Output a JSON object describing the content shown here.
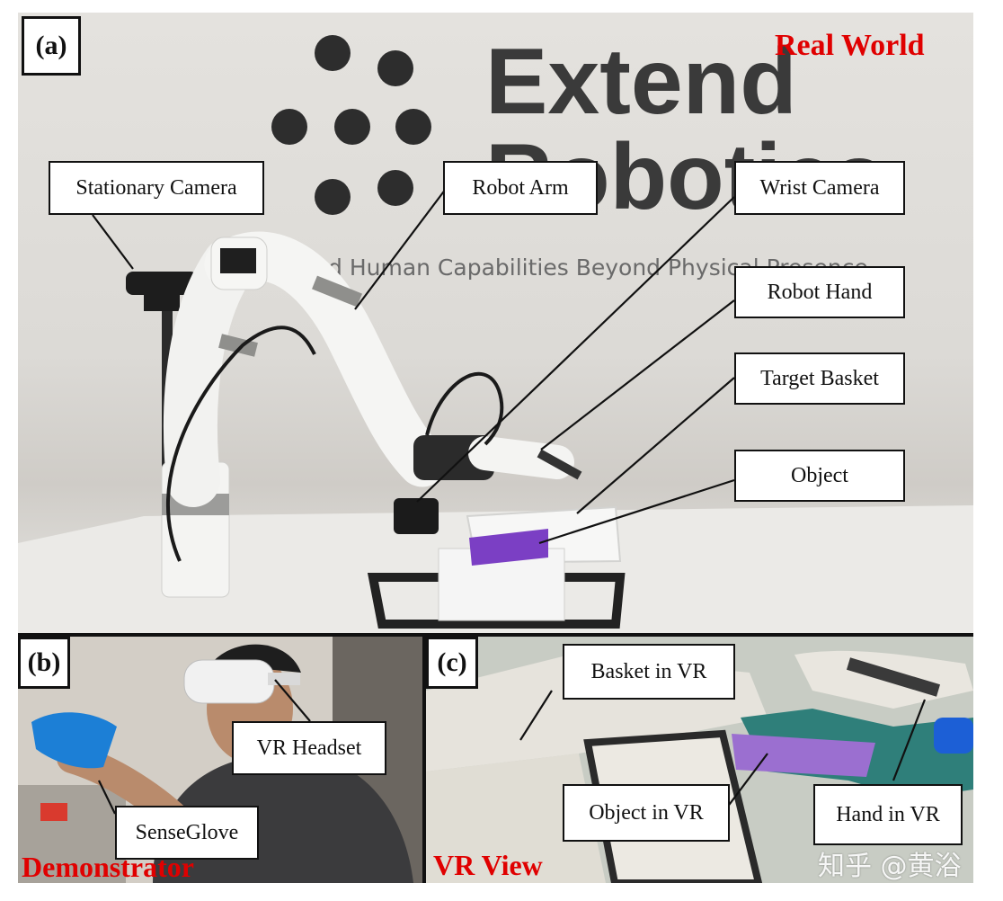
{
  "panels": {
    "a": {
      "tag": "(a)",
      "title": "Real World",
      "backdrop": {
        "logo_line1": "Extend",
        "logo_line2": "Robotics",
        "slogan": "d Human Capabilities Beyond Physical Presence"
      },
      "labels": {
        "stationary_camera": "Stationary Camera",
        "robot_arm": "Robot Arm",
        "wrist_camera": "Wrist Camera",
        "robot_hand": "Robot Hand",
        "target_basket": "Target Basket",
        "object": "Object"
      }
    },
    "b": {
      "tag": "(b)",
      "title": "Demonstrator",
      "labels": {
        "vr_headset": "VR Headset",
        "senseglove": "SenseGlove"
      }
    },
    "c": {
      "tag": "(c)",
      "title": "VR View",
      "labels": {
        "basket_in_vr": "Basket in VR",
        "object_in_vr": "Object in VR",
        "hand_in_vr": "Hand in VR"
      }
    }
  },
  "watermark": "知乎 @黄浴",
  "colors": {
    "title_red": "#e00000",
    "object_purple": "#7b3fc4",
    "vr_teal": "#2f7f7a",
    "glove_blue": "#1c7fd6"
  }
}
